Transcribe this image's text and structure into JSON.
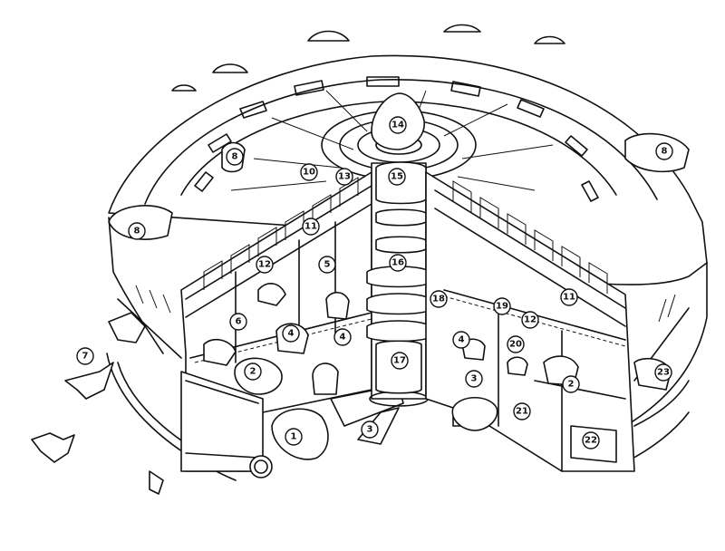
{
  "callouts": [
    {
      "id": "c1",
      "label": "1"
    },
    {
      "id": "c2a",
      "label": "2"
    },
    {
      "id": "c2b",
      "label": "2"
    },
    {
      "id": "c3a",
      "label": "3"
    },
    {
      "id": "c3b",
      "label": "3"
    },
    {
      "id": "c4a",
      "label": "4"
    },
    {
      "id": "c4b",
      "label": "4"
    },
    {
      "id": "c4c",
      "label": "4"
    },
    {
      "id": "c5",
      "label": "5"
    },
    {
      "id": "c6",
      "label": "6"
    },
    {
      "id": "c7",
      "label": "7"
    },
    {
      "id": "c8a",
      "label": "8"
    },
    {
      "id": "c8b",
      "label": "8"
    },
    {
      "id": "c8c",
      "label": "8"
    },
    {
      "id": "c10",
      "label": "10"
    },
    {
      "id": "c11a",
      "label": "11"
    },
    {
      "id": "c11b",
      "label": "11"
    },
    {
      "id": "c12a",
      "label": "12"
    },
    {
      "id": "c12b",
      "label": "12"
    },
    {
      "id": "c13",
      "label": "13"
    },
    {
      "id": "c14",
      "label": "14"
    },
    {
      "id": "c15",
      "label": "15"
    },
    {
      "id": "c16",
      "label": "16"
    },
    {
      "id": "c17",
      "label": "17"
    },
    {
      "id": "c18",
      "label": "18"
    },
    {
      "id": "c19",
      "label": "19"
    },
    {
      "id": "c20",
      "label": "20"
    },
    {
      "id": "c21",
      "label": "21"
    },
    {
      "id": "c22",
      "label": "22"
    },
    {
      "id": "c23",
      "label": "23"
    }
  ]
}
